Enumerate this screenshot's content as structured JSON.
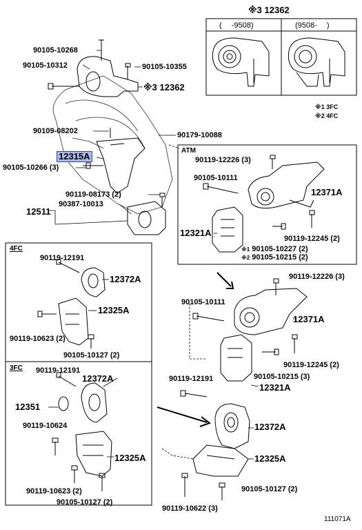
{
  "diagram": {
    "inset_top": {
      "header_mark": "※3",
      "header_part": "12362",
      "col_left": "(　 -9508)",
      "col_right": "(9508-　 )"
    },
    "legend": {
      "line1": "※1 3FC",
      "line2": "※2 4FC"
    },
    "main_labels": {
      "p1": "90105-10268",
      "p2": "90105-10312",
      "p3": "90105-10355",
      "p4_mark": "※3",
      "p4": "12362",
      "p5": "90109-08202",
      "p6": "90179-10088",
      "p7": "12315A",
      "p8": "90105-10266 (3)",
      "p9": "90119-08173 (2)",
      "p10": "90387-10013",
      "p11": "12511"
    },
    "atm_box": {
      "title": "ATM",
      "a1": "90119-12226 (3)",
      "a2": "90105-10111",
      "a3": "12371A",
      "a4": "12321A",
      "a5": "90119-12245 (2)",
      "a6": "90105-10227 (2)",
      "a6_mark": "※1",
      "a7": "90105-10215 (2)",
      "a7_mark": "※2"
    },
    "fc4_box": {
      "title": "4FC",
      "b1": "90119-12191",
      "b2": "12372A",
      "b3": "12325A",
      "b4": "90119-10623 (2)",
      "b5": "90105-10127 (2)"
    },
    "fc3_box": {
      "title": "3FC",
      "c1": "90119-12191",
      "c2": "12372A",
      "c3": "12351",
      "c4": "90119-10624",
      "c5": "12325A",
      "c6": "90119-10623 (2)",
      "c7": "90105-10127 (2)"
    },
    "mt_section": {
      "d1": "90119-12226 (3)",
      "d2": "90105-10111",
      "d3": "12371A",
      "d4": "12321A",
      "d5": "90119-12245 (2)",
      "d6": "90105-10215 (3)",
      "d7": "90119-12191",
      "d8": "12372A",
      "d9": "12325A",
      "d10": "90105-10127 (2)",
      "d11": "90119-10622 (3)"
    },
    "figure_code": "111071A"
  }
}
